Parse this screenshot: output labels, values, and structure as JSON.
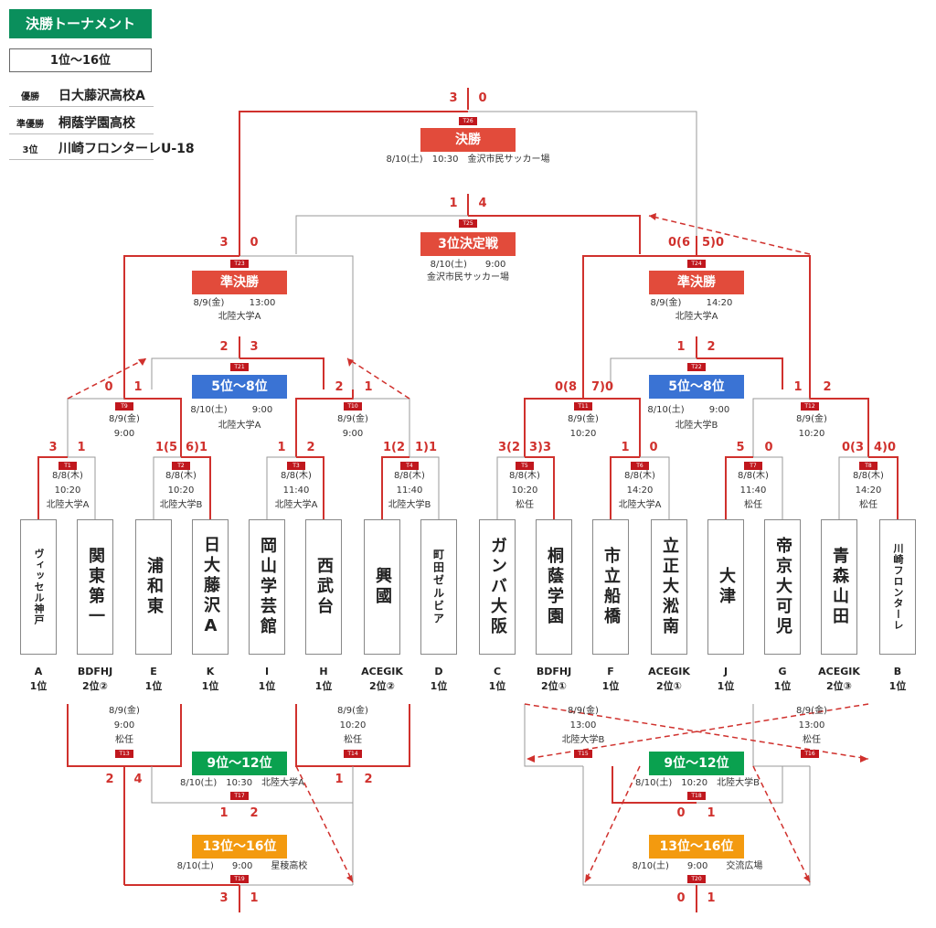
{
  "header": {
    "title": "決勝トーナメント",
    "range": "1位〜16位"
  },
  "results": [
    {
      "label": "優勝",
      "team": "日大藤沢高校A"
    },
    {
      "label": "準優勝",
      "team": "桐蔭学園高校"
    },
    {
      "label": "3位",
      "team": "川崎フロンターレU-18"
    }
  ],
  "teams": [
    {
      "name": "ヴィッセル神戸",
      "group": "A",
      "rank": "1位"
    },
    {
      "name": "関東第一",
      "group": "BDFHJ",
      "rank": "2位②"
    },
    {
      "name": "浦和東",
      "group": "E",
      "rank": "1位"
    },
    {
      "name": "日大藤沢A",
      "group": "K",
      "rank": "1位"
    },
    {
      "name": "岡山学芸館",
      "group": "I",
      "rank": "1位"
    },
    {
      "name": "西武台",
      "group": "H",
      "rank": "1位"
    },
    {
      "name": "興國",
      "group": "ACEGIK",
      "rank": "2位②"
    },
    {
      "name": "町田ゼルビア",
      "group": "D",
      "rank": "1位"
    },
    {
      "name": "ガンバ大阪",
      "group": "C",
      "rank": "1位"
    },
    {
      "name": "桐蔭学園",
      "group": "BDFHJ",
      "rank": "2位①"
    },
    {
      "name": "市立船橋",
      "group": "F",
      "rank": "1位"
    },
    {
      "name": "立正大淞南",
      "group": "ACEGIK",
      "rank": "2位①"
    },
    {
      "name": "大津",
      "group": "J",
      "rank": "1位"
    },
    {
      "name": "帝京大可児",
      "group": "G",
      "rank": "1位"
    },
    {
      "name": "青森山田",
      "group": "ACEGIK",
      "rank": "2位③"
    },
    {
      "name": "川崎フロンターレ",
      "group": "B",
      "rank": "1位"
    }
  ],
  "r1": [
    {
      "tag": "T1",
      "date": "8/8(木)",
      "time": "10:20",
      "venue": "北陸大学A",
      "s1": "3",
      "s2": "1"
    },
    {
      "tag": "T2",
      "date": "8/8(木)",
      "time": "10:20",
      "venue": "北陸大学B",
      "s1": "1(5",
      "s2": "6)1"
    },
    {
      "tag": "T3",
      "date": "8/8(木)",
      "time": "11:40",
      "venue": "北陸大学A",
      "s1": "1",
      "s2": "2"
    },
    {
      "tag": "T4",
      "date": "8/8(木)",
      "time": "11:40",
      "venue": "北陸大学B",
      "s1": "1(2",
      "s2": "1)1"
    },
    {
      "tag": "T5",
      "date": "8/8(木)",
      "time": "10:20",
      "venue": "松任",
      "s1": "3(2",
      "s2": "3)3"
    },
    {
      "tag": "T6",
      "date": "8/8(木)",
      "time": "14:20",
      "venue": "北陸大学A",
      "s1": "1",
      "s2": "0"
    },
    {
      "tag": "T7",
      "date": "8/8(木)",
      "time": "11:40",
      "venue": "松任",
      "s1": "5",
      "s2": "0"
    },
    {
      "tag": "T8",
      "date": "8/8(木)",
      "time": "14:20",
      "venue": "松任",
      "s1": "0(3",
      "s2": "4)0"
    }
  ],
  "qf": [
    {
      "tag": "T9",
      "date": "8/9(金)",
      "time": "9:00",
      "s1": "0",
      "s2": "1"
    },
    {
      "tag": "T10",
      "date": "8/9(金)",
      "time": "9:00",
      "s1": "2",
      "s2": "1"
    },
    {
      "tag": "T11",
      "date": "8/9(金)",
      "time": "10:20",
      "s1": "0(8",
      "s2": "7)0"
    },
    {
      "tag": "T12",
      "date": "8/9(金)",
      "time": "10:20",
      "s1": "1",
      "s2": "2"
    }
  ],
  "sf": [
    {
      "tag": "T23",
      "label": "準決勝",
      "date": "8/9(金)",
      "time": "13:00",
      "venue": "北陸大学A",
      "s1": "3",
      "s2": "0"
    },
    {
      "tag": "T24",
      "label": "準決勝",
      "date": "8/9(金)",
      "time": "14:20",
      "venue": "北陸大学A",
      "s1": "0(6",
      "s2": "5)0"
    }
  ],
  "p58": [
    {
      "tag": "T21",
      "label": "5位〜8位",
      "date": "8/10(土)",
      "time": "9:00",
      "venue": "北陸大学A",
      "s1": "2",
      "s2": "3"
    },
    {
      "tag": "T22",
      "label": "5位〜8位",
      "date": "8/10(土)",
      "time": "9:00",
      "venue": "北陸大学B",
      "s1": "1",
      "s2": "2"
    }
  ],
  "final": {
    "tag": "T26",
    "label": "決勝",
    "info": "8/10(土)　10:30　金沢市民サッカー場",
    "s1": "3",
    "s2": "0"
  },
  "third": {
    "tag": "T25",
    "label": "3位決定戦",
    "info": "8/10(土)　　9:00",
    "venue": "金沢市民サッカー場",
    "s1": "1",
    "s2": "4"
  },
  "cons": [
    {
      "tag": "T13",
      "date": "8/9(金)",
      "time": "9:00",
      "venue": "松任",
      "s1": "2",
      "s2": "4"
    },
    {
      "tag": "T14",
      "date": "8/9(金)",
      "time": "10:20",
      "venue": "松任",
      "s1": "1",
      "s2": "2"
    },
    {
      "tag": "T15",
      "date": "8/9(金)",
      "time": "13:00",
      "venue": "北陸大学B"
    },
    {
      "tag": "T16",
      "date": "8/9(金)",
      "time": "13:00",
      "venue": "松任"
    }
  ],
  "p912": [
    {
      "tag": "T17",
      "label": "9位〜12位",
      "info": "8/10(土)　10:30　北陸大学A",
      "s1": "1",
      "s2": "2"
    },
    {
      "tag": "T18",
      "label": "9位〜12位",
      "info": "8/10(土)　10:20　北陸大学B",
      "s1": "0",
      "s2": "1"
    }
  ],
  "p1316": [
    {
      "tag": "T19",
      "label": "13位〜16位",
      "info": "8/10(土)　　9:00　　星稜高校",
      "s1": "3",
      "s2": "1"
    },
    {
      "tag": "T20",
      "label": "13位〜16位",
      "info": "8/10(土)　　9:00　　交流広場",
      "s1": "0",
      "s2": "1"
    }
  ],
  "colors": {
    "win": "#d0312d",
    "lose": "#999999",
    "stage_red": "#e24b3b",
    "stage_blue": "#3a73d4",
    "stage_green": "#0aa14f",
    "stage_orange": "#f39a0f",
    "header_green": "#0a8f5c"
  }
}
